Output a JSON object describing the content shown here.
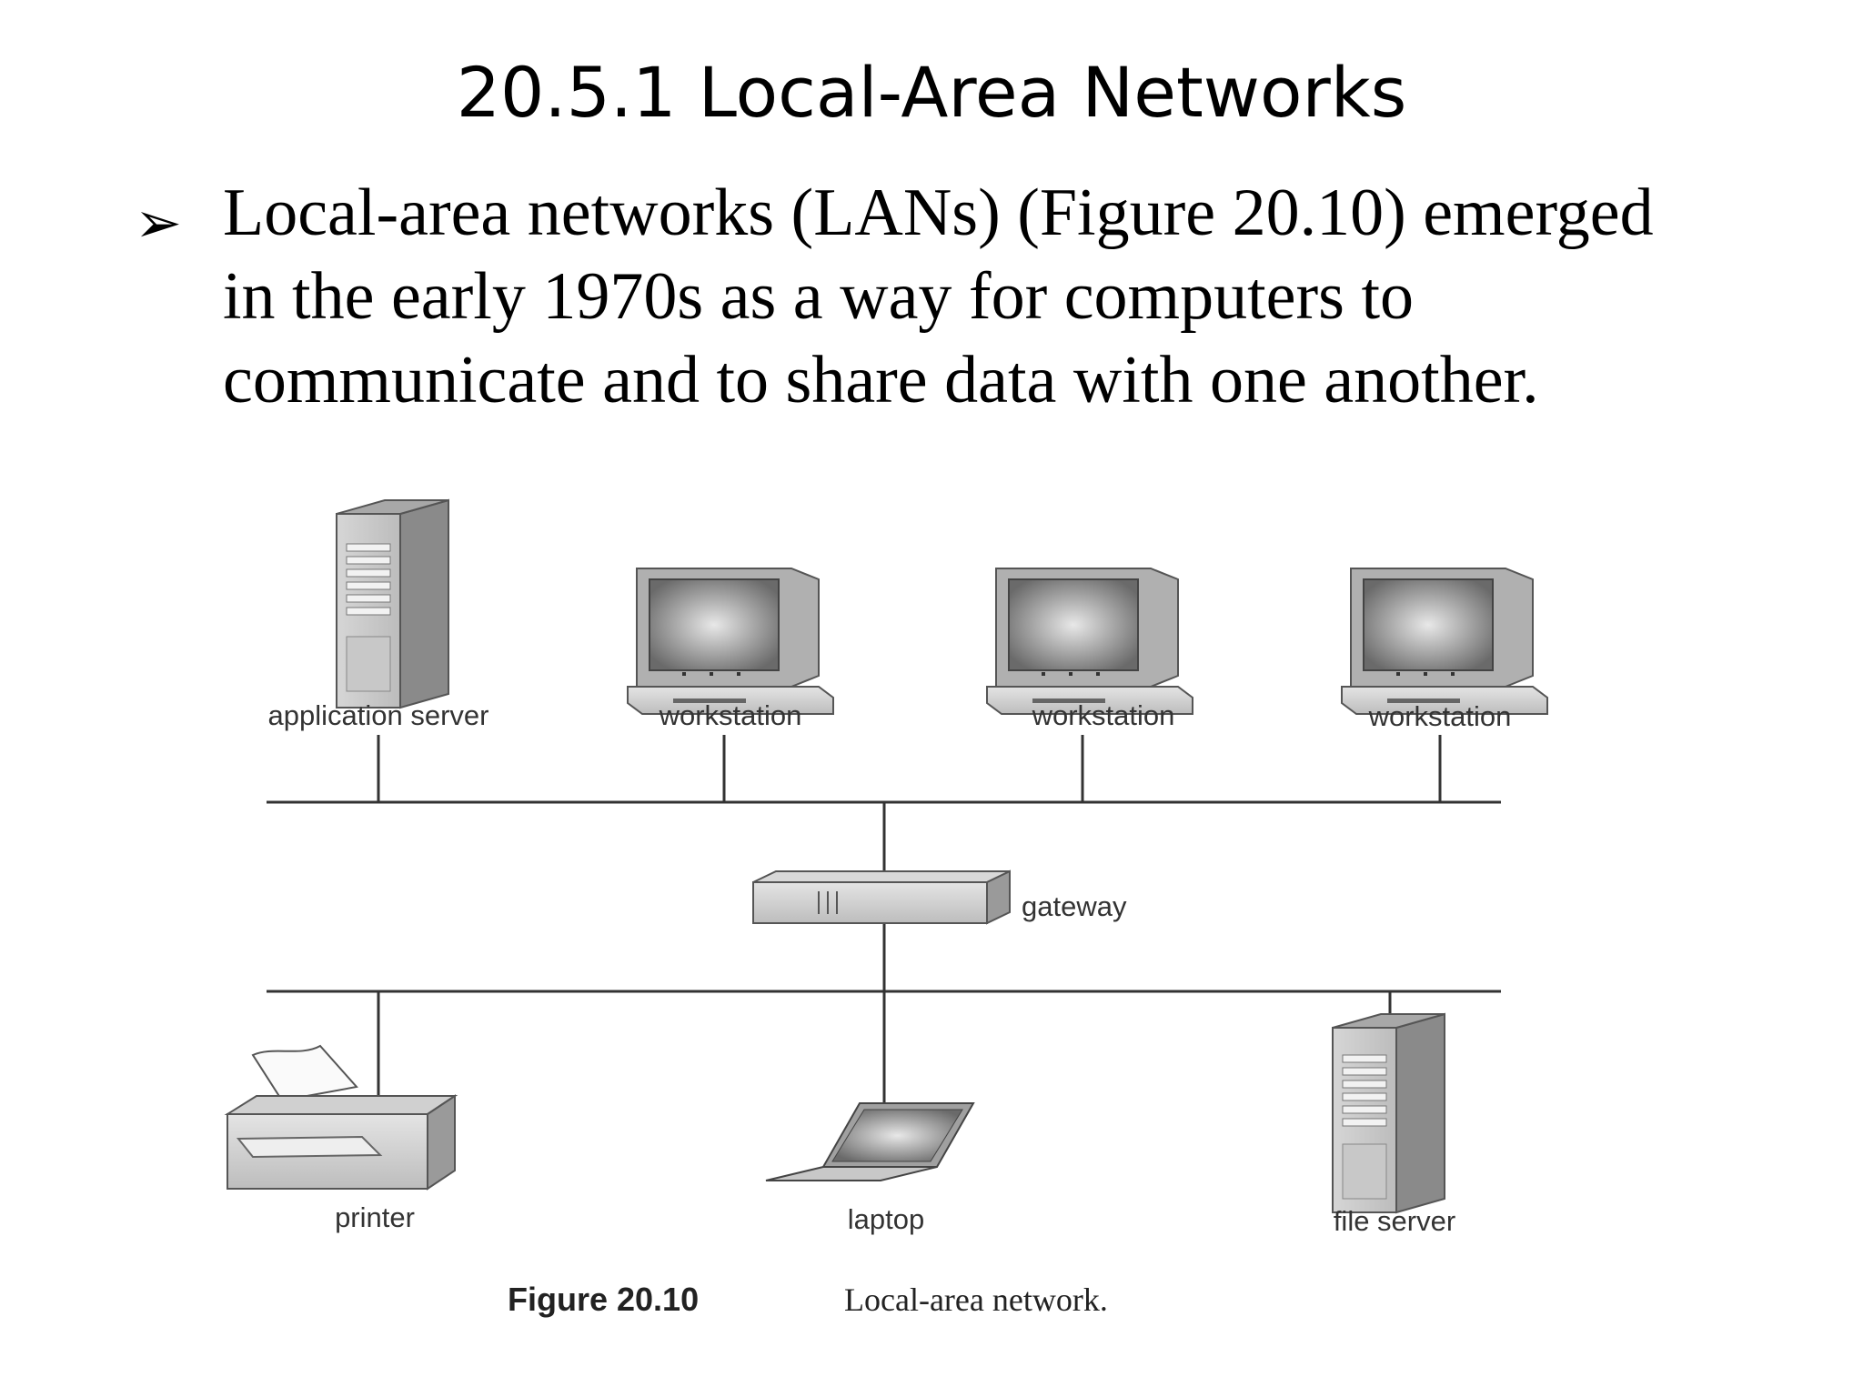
{
  "slide": {
    "title": "20.5.1 Local-Area Networks",
    "bullet": {
      "marker": "➢",
      "lines": [
        "Local-area networks (LANs) (Figure 20.10) emerged",
        "in the early 1970s as a way for computers to",
        "communicate and to share data with one another."
      ]
    }
  },
  "figure": {
    "nodes": {
      "application_server": "application server",
      "workstation_1": "workstation",
      "workstation_2": "workstation",
      "workstation_3": "workstation",
      "gateway": "gateway",
      "printer": "printer",
      "laptop": "laptop",
      "file_server": "file server"
    },
    "caption": {
      "number": "Figure 20.10",
      "text": "Local-area network."
    }
  }
}
